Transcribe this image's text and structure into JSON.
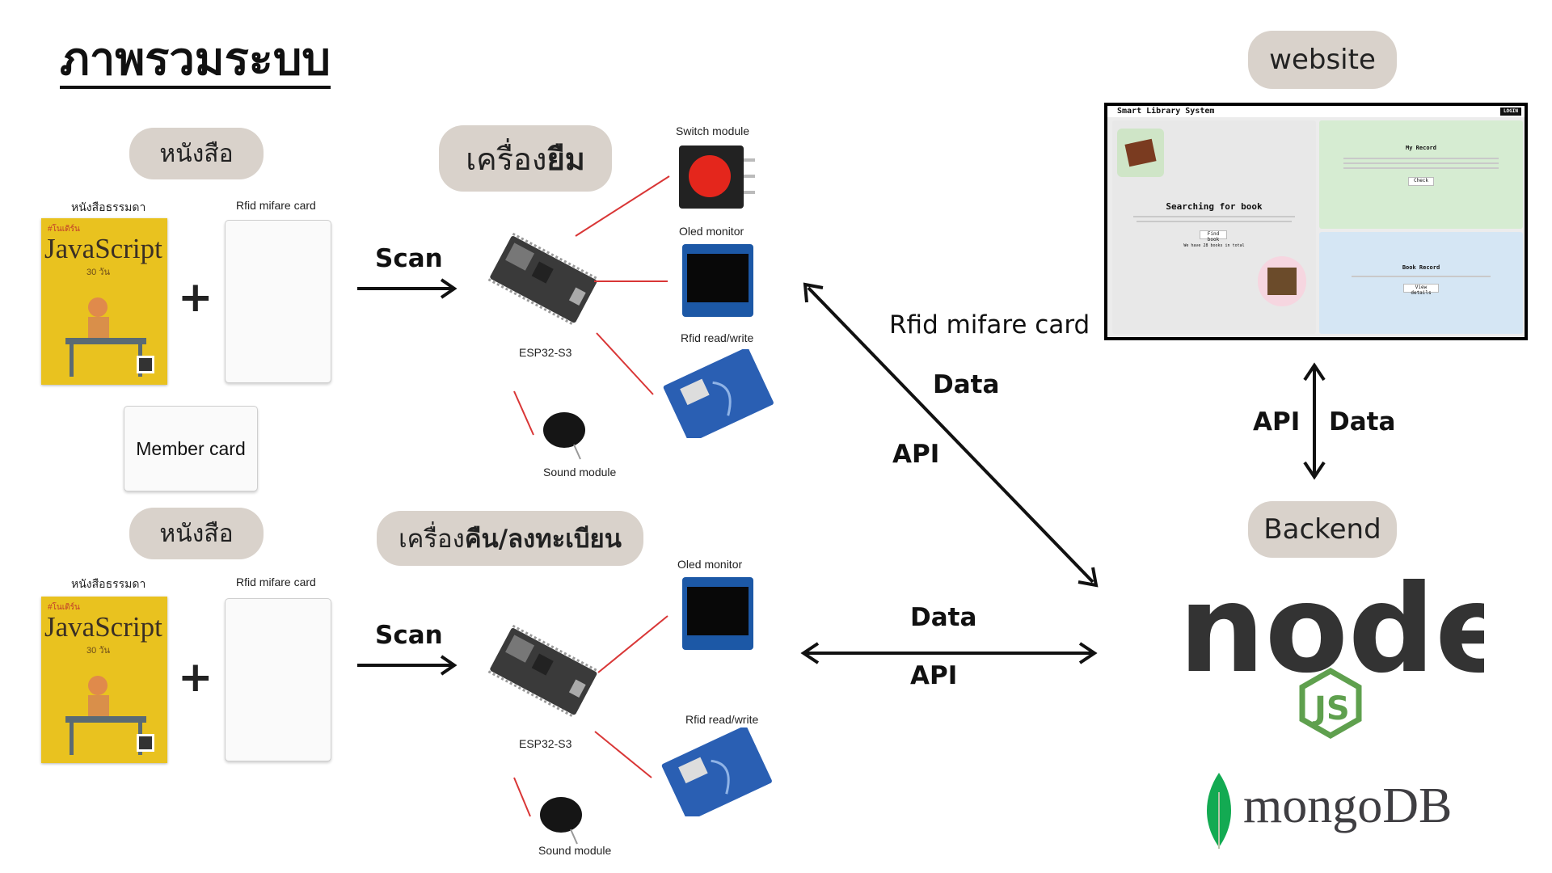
{
  "title": "ภาพรวมระบบ",
  "book_pill": "หนังสือ",
  "borrow_machine": {
    "label_normal": "เครื่อง",
    "label_bold": "ยืม"
  },
  "return_machine": {
    "label_normal": "เครื่อง",
    "label_bold": "คืน/ลงทะเบียน"
  },
  "book_caption": "หนังสือธรรมดา",
  "rfid_card_caption": "Rfid mifare card",
  "member_card": "Member card",
  "book_cover": {
    "title": "JavaScript",
    "subtitle": "#โนเดิร์น",
    "days": "30 วัน"
  },
  "scan": "Scan",
  "esp32": "ESP32-S3",
  "switch_module": "Switch module",
  "oled_monitor": "Oled monitor",
  "rfid_rw": "Rfid read/write",
  "sound_module": "Sound module",
  "website_pill": "website",
  "backend_pill": "Backend",
  "arrow_labels": {
    "rfid_mifare_card": "Rfid mifare card",
    "data": "Data",
    "api": "API"
  },
  "web_ui": {
    "bar_title": "Smart Library System",
    "search_title": "Searching for book",
    "search_btn": "Find book",
    "search_note": "We have 28 books in total",
    "my_record": "My Record",
    "check_btn": "Check",
    "book_record": "Book Record",
    "view_btn": "View details",
    "corner": "LOGIN"
  },
  "node_logo": {
    "word": "node",
    "js": "JS"
  },
  "mongo_logo": {
    "word": "mongoDB"
  },
  "colors": {
    "pill": "#d9d2cb",
    "wire": "#d93636",
    "node_green": "#5fa04e",
    "node_dark": "#333333",
    "mongo_green": "#13aa52",
    "mongo_text": "#3f3e42"
  }
}
